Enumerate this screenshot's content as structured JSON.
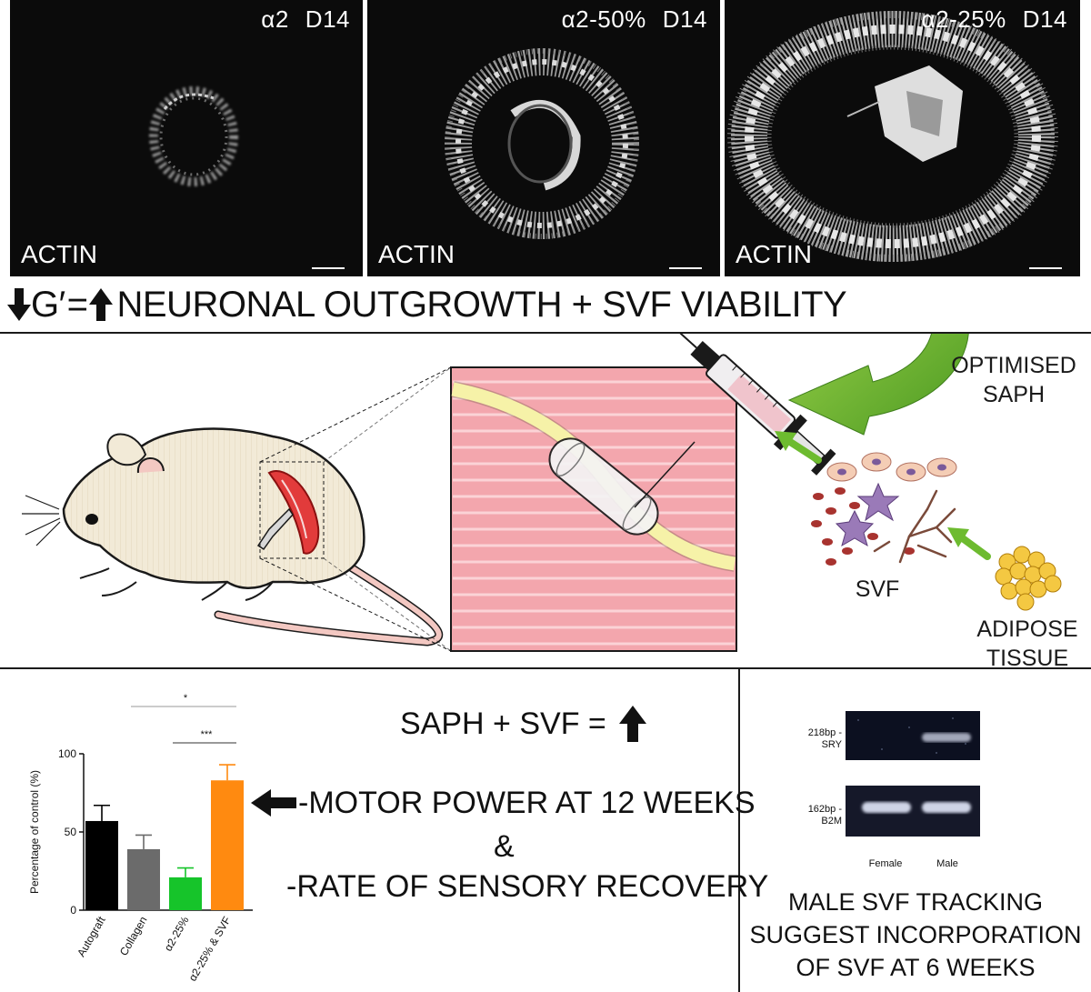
{
  "panels": [
    {
      "condition": "α2",
      "day": "D14",
      "stain": "ACTIN"
    },
    {
      "condition": "α2-50%",
      "day": "D14",
      "stain": "ACTIN"
    },
    {
      "condition": "α2-25%",
      "day": "D14",
      "stain": "ACTIN"
    }
  ],
  "headline": {
    "g_symbol": "G′",
    "equals": "=",
    "text": "NEURONAL OUTGROWTH + SVF VIABILITY"
  },
  "middle": {
    "optimised_label": "OPTIMISED\nSAPH",
    "svf_label": "SVF",
    "adipose_label": "ADIPOSE\nTISSUE"
  },
  "bottom": {
    "equation": "SAPH + SVF =",
    "motor": "-MOTOR POWER AT 12 WEEKS",
    "ampersand": "&",
    "sensory": "-RATE OF SENSORY RECOVERY",
    "gel": {
      "rows": [
        {
          "label": "218bp -\nSRY"
        },
        {
          "label": "162bp -\nB2M"
        }
      ],
      "lanes": [
        "Female",
        "Male"
      ]
    },
    "tracking": "MALE SVF TRACKING\nSUGGEST INCORPORATION\nOF SVF AT 6 WEEKS"
  },
  "chart_data": {
    "type": "bar",
    "categories": [
      "Autograft",
      "Collagen",
      "α2-25%",
      "α2-25% & SVF"
    ],
    "values": [
      57,
      39,
      21,
      83
    ],
    "errors": [
      10,
      9,
      6,
      10
    ],
    "colors": [
      "#000000",
      "#6b6b6b",
      "#16c42a",
      "#ff8a10"
    ],
    "ylabel": "Percentage of control (%)",
    "ylim": [
      0,
      100
    ],
    "yticks": [
      0,
      50,
      100
    ],
    "significance": [
      {
        "from": 1,
        "to": 3,
        "label": "*"
      },
      {
        "from": 2,
        "to": 3,
        "label": "***"
      }
    ]
  }
}
